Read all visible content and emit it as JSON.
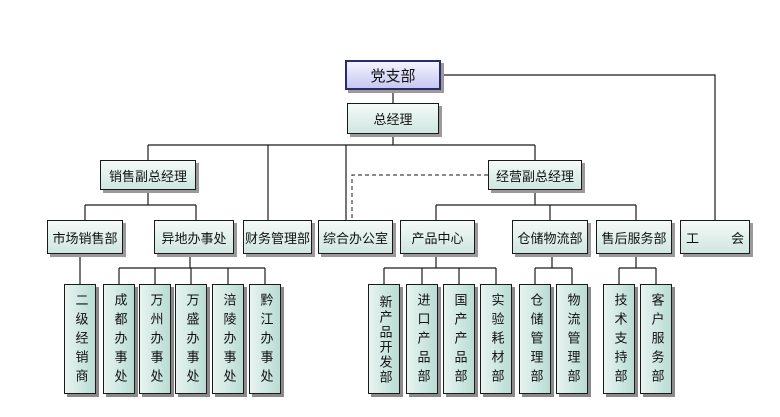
{
  "nodes": {
    "party": "党支部",
    "gm": "总经理",
    "sales_vp": "销售副总经理",
    "ops_vp": "经营副总经理",
    "market_sales": "市场销售部",
    "remote_offices": "异地办事处",
    "finance": "财务管理部",
    "general_office": "综合办公室",
    "product_center": "产品中心",
    "logistics": "仓储物流部",
    "after_sales": "售后服务部",
    "union": "工  会",
    "dealers": "二级经销商",
    "chengdu": "成都办事处",
    "wanzhou": "万州办事处",
    "wansheng": "万盛办事处",
    "fuling": "涪陵办事处",
    "qianjiang": "黔江办事处",
    "new_product": "新产品开发部",
    "import_product": "进口产品部",
    "domestic_product": "国产产品部",
    "lab_materials": "实验耗材部",
    "warehouse_mgmt": "仓储管理部",
    "logistics_mgmt": "物流管理部",
    "tech_support": "技术支持部",
    "customer_service": "客户服务部"
  },
  "colors": {
    "line": "#1a1a1a",
    "top_fill": "#c7c8f0",
    "box_fill": "#cfe6e0",
    "shadow": "#9a9a9a"
  }
}
